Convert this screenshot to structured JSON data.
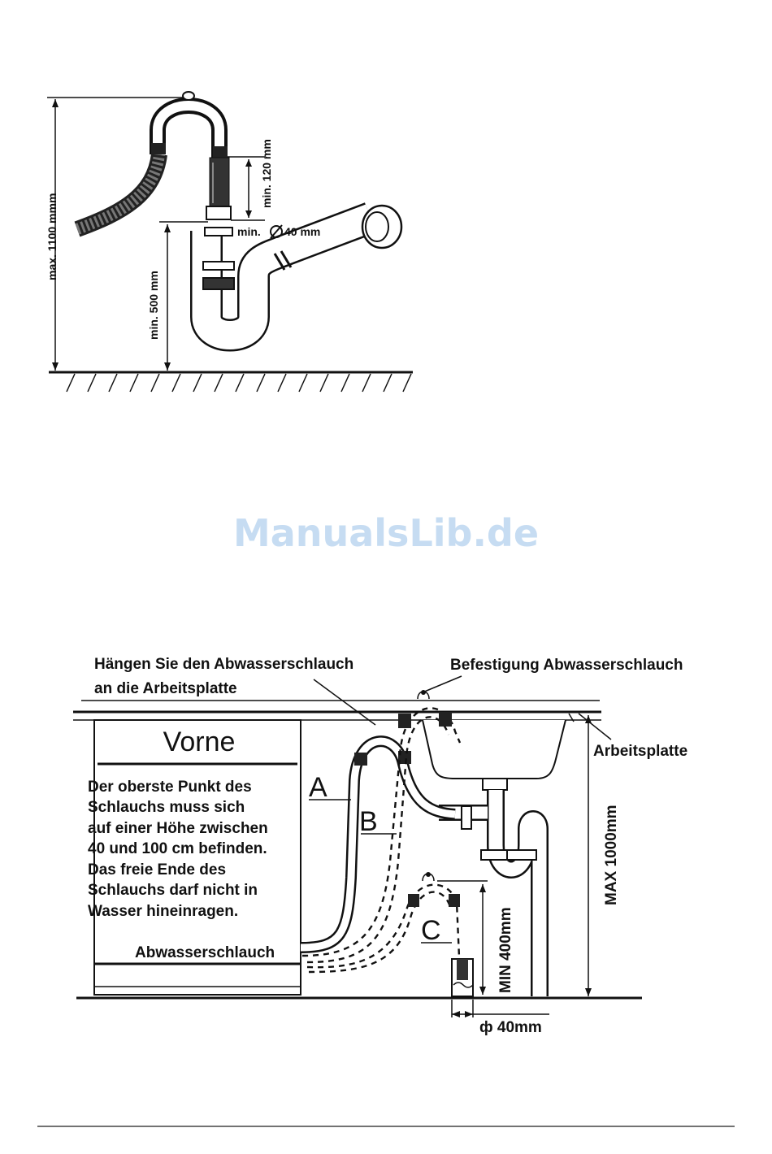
{
  "figure_top": {
    "dim_max_height": "max. 1100 mmm",
    "dim_min_height": "min. 500 mm",
    "dim_min_insert": "min. 120 mm",
    "dim_min_diameter_prefix": "min.",
    "dim_min_diameter_value": "40 mm"
  },
  "watermark": "ManualsLib.de",
  "figure_bottom": {
    "callout_hang_line1": "Hängen Sie den Abwasserschlauch",
    "callout_hang_line2": "an die Arbeitsplatte",
    "callout_fixing": "Befestigung Abwasserschlauch",
    "label_worktop": "Arbeitsplatte",
    "label_front": "Vorne",
    "note_lines": [
      "Der oberste Punkt des",
      "Schlauchs muss sich",
      "auf einer Höhe zwischen",
      "40 und 100 cm befinden.",
      "Das freie Ende des",
      "Schlauchs darf nicht in",
      "Wasser hineinragen."
    ],
    "label_drain_hose": "Abwasserschlauch",
    "marker_a": "A",
    "marker_b": "B",
    "marker_c": "C",
    "dim_max_height": "MAX 1000mm",
    "dim_min_height": "MIN 400mm",
    "dim_diameter": "ф 40mm"
  }
}
